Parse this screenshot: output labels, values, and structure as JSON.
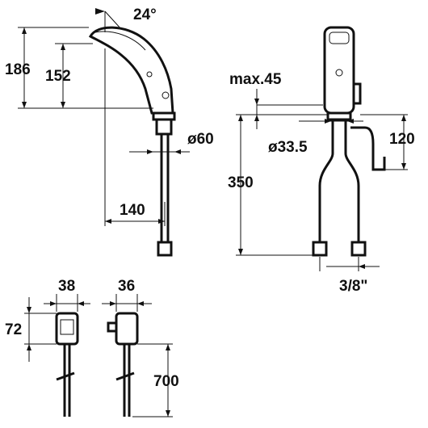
{
  "dimensions": {
    "angle": "24°",
    "height_total": "186",
    "height_spout": "152",
    "diameter_base": "ø60",
    "reach": "140",
    "max_thickness": "max.45",
    "hole_diameter": "ø33.5",
    "hose_length": "350",
    "lever_height": "120",
    "connection": "3/8\"",
    "box1_width": "38",
    "box2_width": "36",
    "box_height": "72",
    "cable_length": "700"
  }
}
